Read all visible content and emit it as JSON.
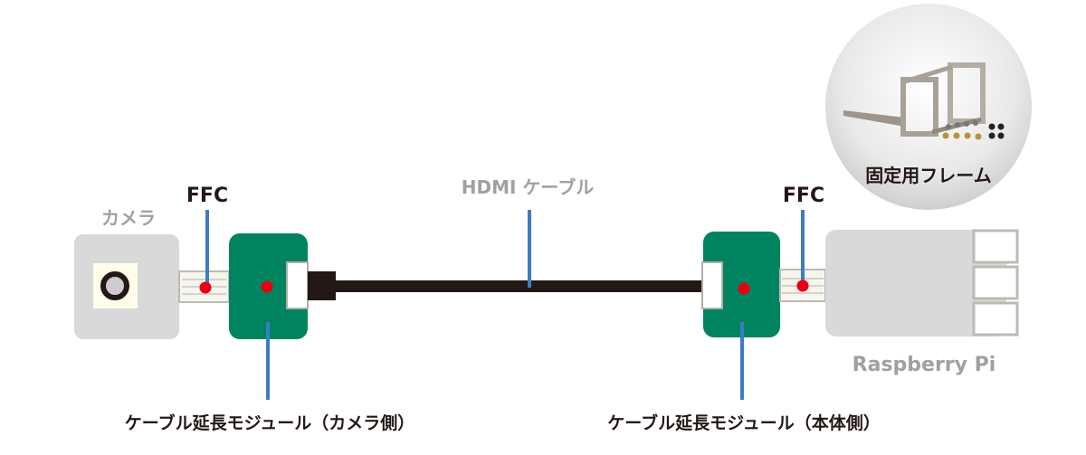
{
  "labels": {
    "camera": "カメラ",
    "ffc_left": "FFC",
    "ffc_right": "FFC",
    "hdmi_cable": "HDMI ケーブル",
    "raspberry_pi": "Raspberry Pi",
    "module_camera_side": "ケーブル延長モジュール（カメラ側）",
    "module_body_side": "ケーブル延長モジュール（本体側）",
    "mount_frame": "固定用フレーム"
  },
  "colors": {
    "module_green": "#00845f",
    "marker_red": "#e60012",
    "leader_blue": "#3c7cc4",
    "device_gray": "#d9d9d9",
    "cable_black": "#231815"
  }
}
